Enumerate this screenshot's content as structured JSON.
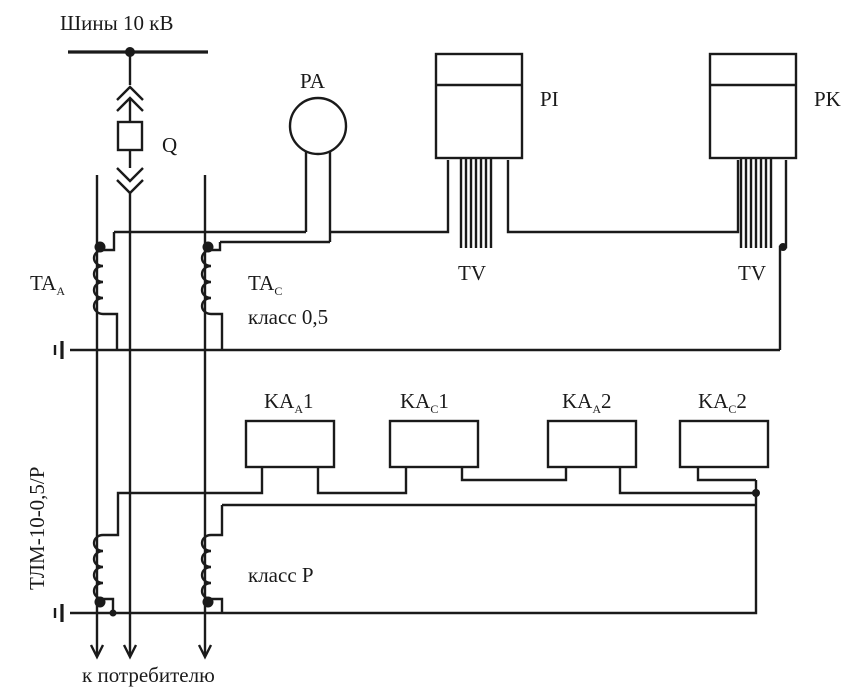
{
  "labels": {
    "bus": "Шины 10 кВ",
    "switch": "Q",
    "ammeter": "PA",
    "meter_active": "PI",
    "meter_reactive": "PK",
    "tv_left": "TV",
    "tv_right": "TV",
    "ta_a_main": "TA",
    "ta_a_sub": "A",
    "ta_c_main": "TA",
    "ta_c_sub": "C",
    "class_metering": "класс 0,5",
    "class_relay": "класс Р",
    "transformer_type": "ТЛМ-10-0,5/Р",
    "consumer": "к потребителю",
    "relays": [
      {
        "main": "KA",
        "sub": "A",
        "num": "1"
      },
      {
        "main": "KA",
        "sub": "C",
        "num": "1"
      },
      {
        "main": "KA",
        "sub": "A",
        "num": "2"
      },
      {
        "main": "KA",
        "sub": "C",
        "num": "2"
      }
    ]
  }
}
